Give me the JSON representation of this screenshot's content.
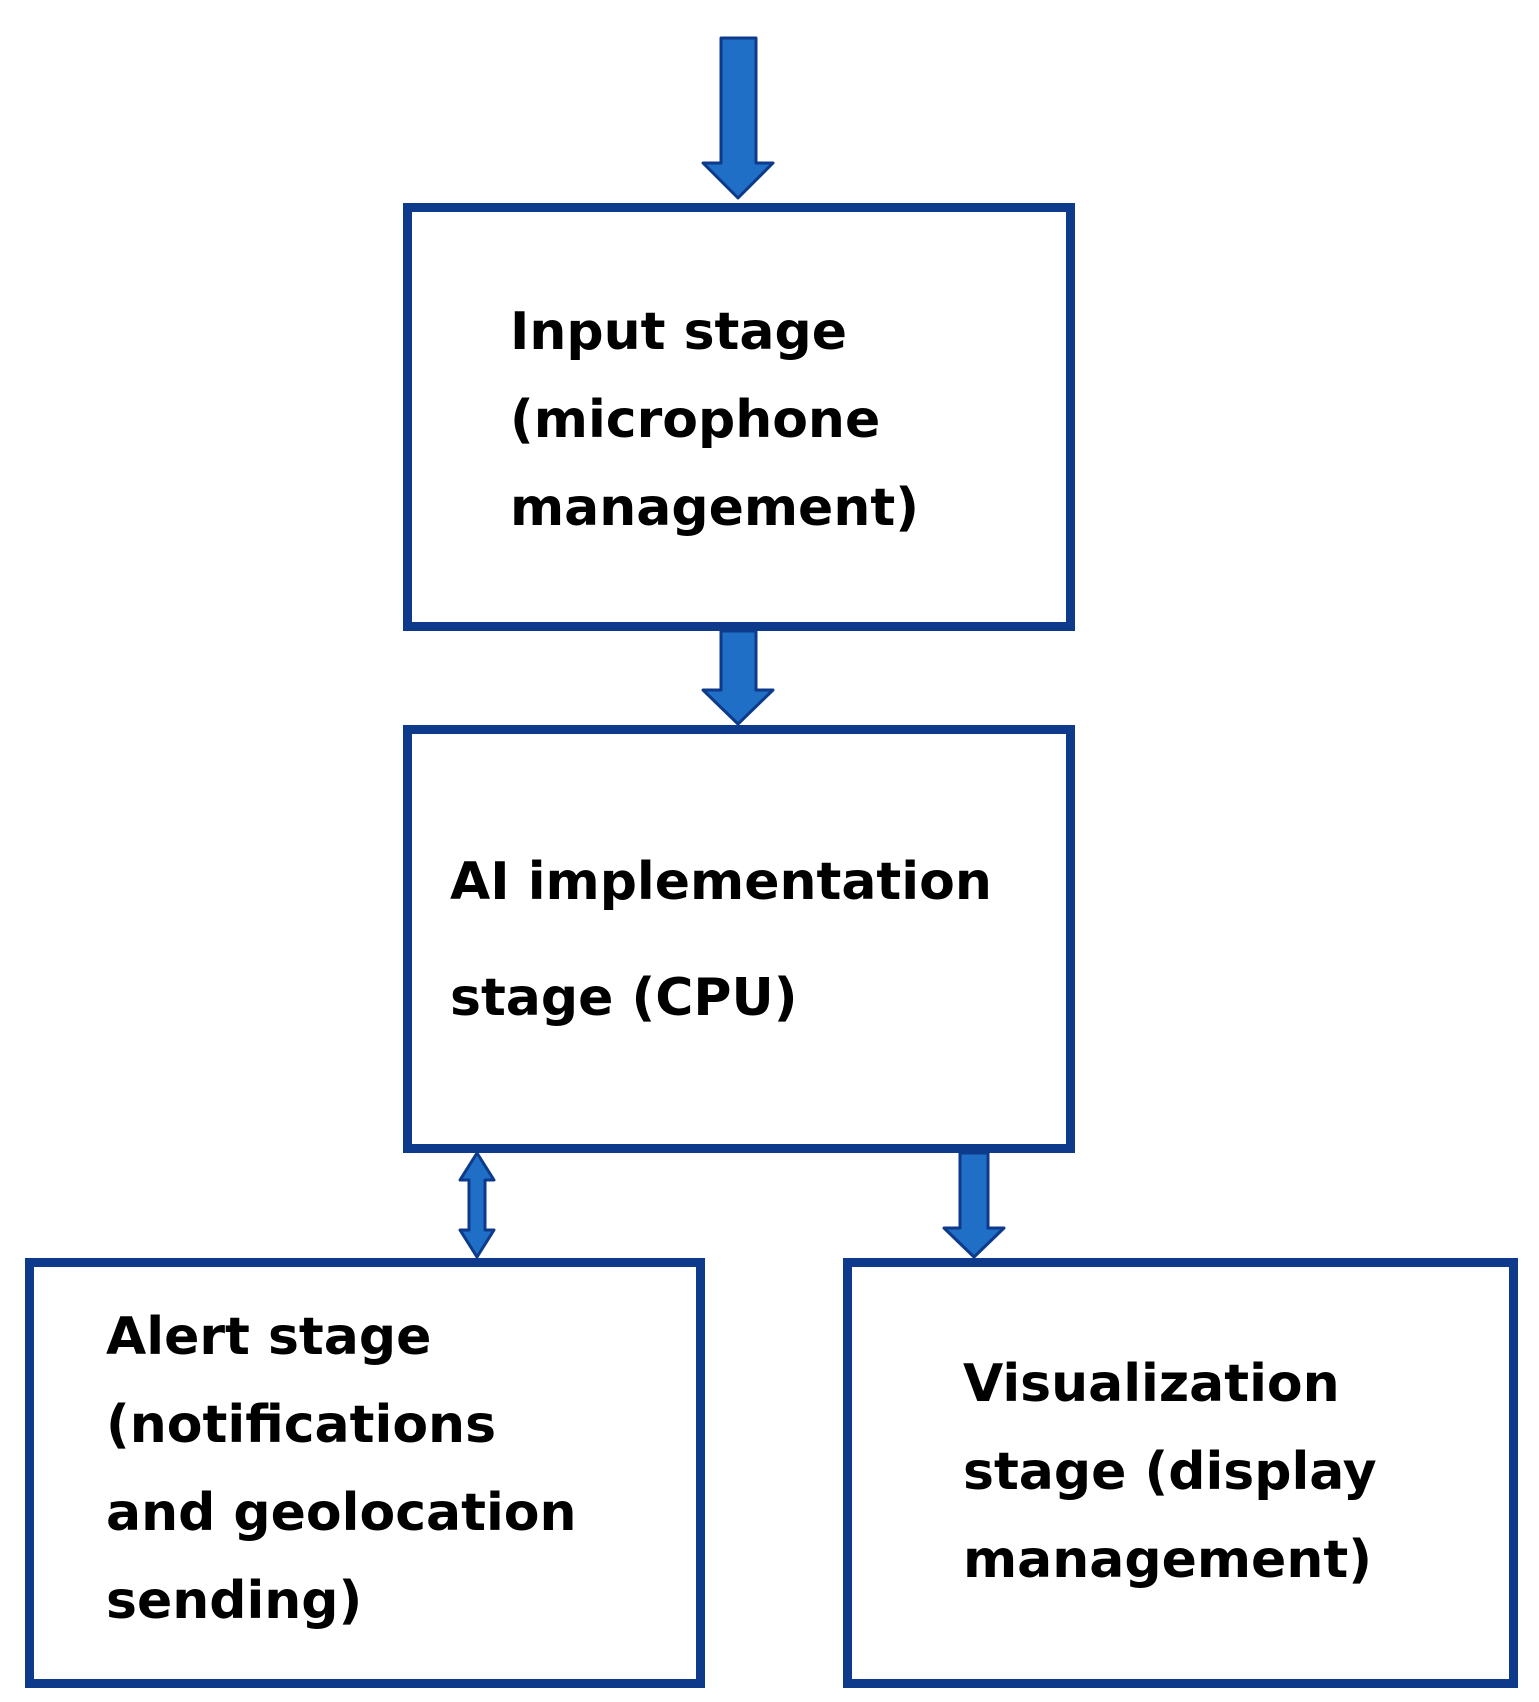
{
  "diagram": {
    "colors": {
      "box_border": "#0d3a8a",
      "arrow_fill": "#1f6fc6",
      "arrow_outline": "#0d3a8a",
      "text": "#000000",
      "background": "#ffffff"
    },
    "nodes": {
      "input": {
        "lines": [
          "Input stage",
          "(microphone",
          "management)"
        ]
      },
      "ai": {
        "lines": [
          "AI implementation",
          "stage (CPU)"
        ]
      },
      "alert": {
        "lines": [
          "Alert stage",
          "(notifications",
          "and geolocation",
          "sending)"
        ]
      },
      "visualization": {
        "lines": [
          "Visualization",
          "stage (display",
          "management)"
        ]
      }
    },
    "edges": [
      {
        "from": "external",
        "to": "input",
        "direction": "forward"
      },
      {
        "from": "input",
        "to": "ai",
        "direction": "forward"
      },
      {
        "from": "ai",
        "to": "alert",
        "direction": "bidirectional"
      },
      {
        "from": "ai",
        "to": "visualization",
        "direction": "forward"
      }
    ]
  }
}
